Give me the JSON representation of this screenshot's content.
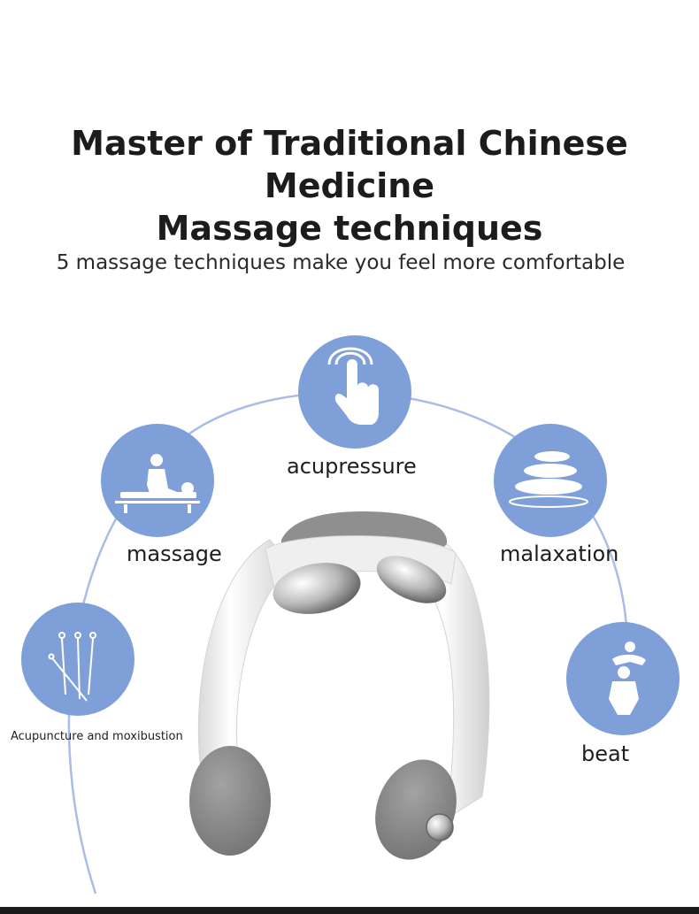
{
  "title_line1": "Master of Traditional Chinese Medicine",
  "title_line2": "Massage techniques",
  "subtitle": "5 massage techniques make you feel more comfortable",
  "techniques": [
    {
      "label": "acupressure",
      "icon": "finger-press-icon"
    },
    {
      "label": "massage",
      "icon": "massage-table-icon"
    },
    {
      "label": "malaxation",
      "icon": "stacked-stones-icon"
    },
    {
      "label": "Acupuncture and moxibustion",
      "icon": "needles-icon"
    },
    {
      "label": "beat",
      "icon": "beating-back-icon"
    }
  ],
  "colors": {
    "accent": "#7f9fd9",
    "arc": "#a9bde6",
    "device_white": "#f1f1f1",
    "device_pad": "#8a8a8a"
  }
}
